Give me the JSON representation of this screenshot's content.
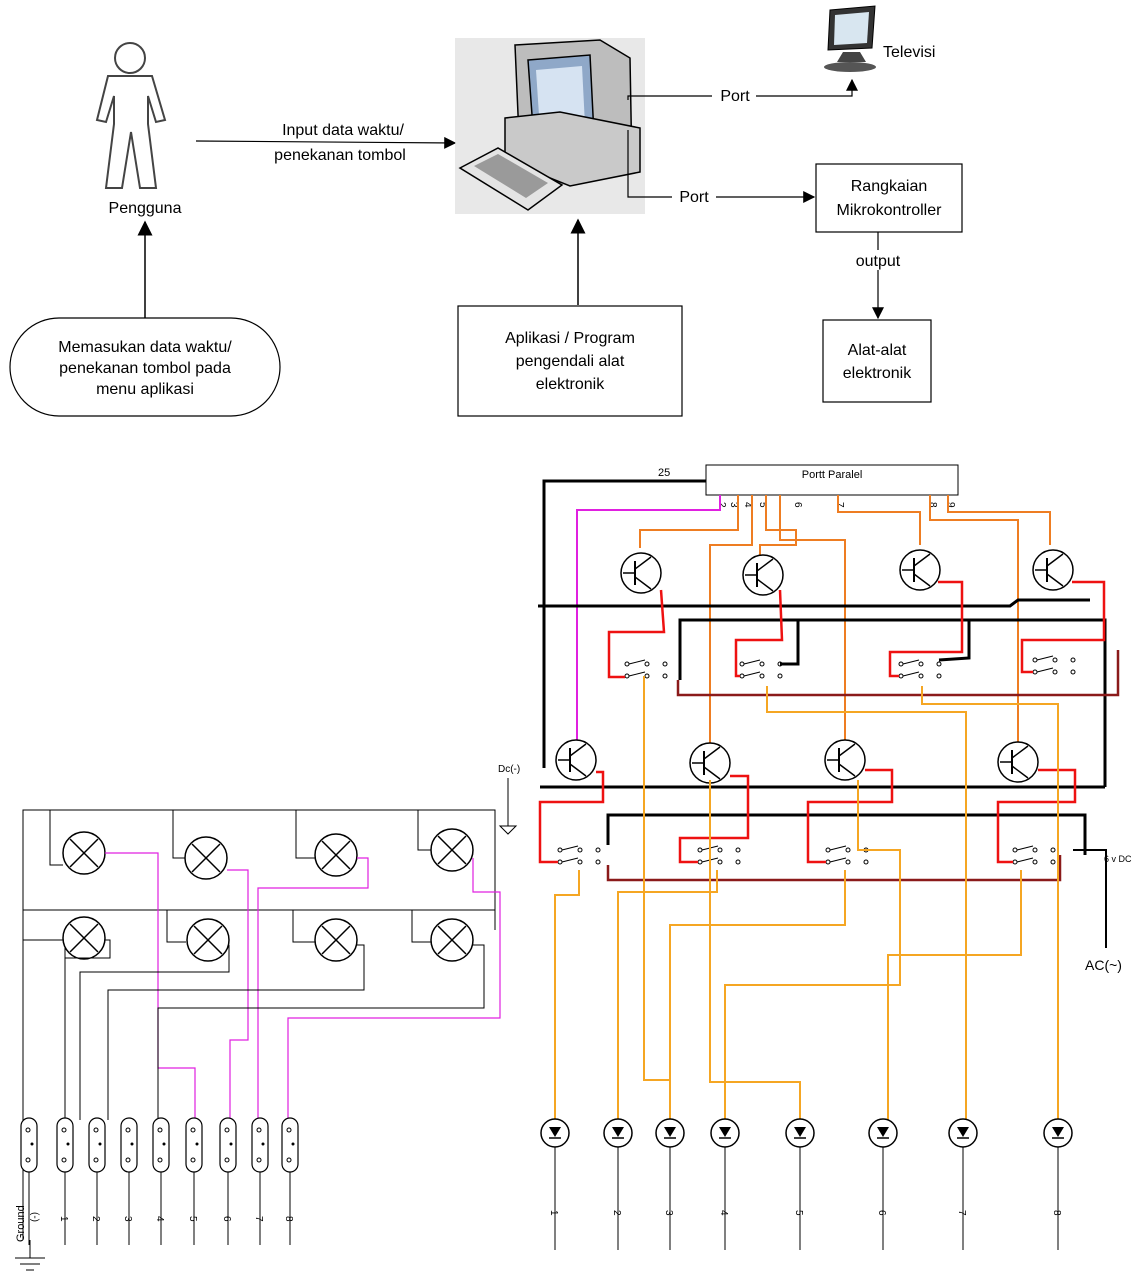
{
  "top": {
    "user_label": "Pengguna",
    "input_label_1": "Input data waktu/",
    "input_label_2": "penekanan tombol",
    "user_note": [
      "Memasukan data waktu/",
      "penekanan tombol pada",
      "menu aplikasi"
    ],
    "app_box": [
      "Aplikasi / Program",
      "pengendali alat",
      "elektronik"
    ],
    "tv_label": "Televisi",
    "port_top": "Port",
    "port_mid": "Port",
    "micro_box": [
      "Rangkaian",
      "Mikrokontroller"
    ],
    "output_label": "output",
    "devices_box": [
      "Alat-alat",
      "elektronik"
    ]
  },
  "circuit": {
    "port_title": "Portt Paralel",
    "pin_25": "25",
    "pins": [
      "2",
      "3",
      "4",
      "5",
      "6",
      "7",
      "8",
      "9"
    ],
    "dc_minus": "Dc(-)",
    "dc_6v": "6 v DC",
    "ac": "AC(~)",
    "diode_labels": [
      "1",
      "2",
      "3",
      "4",
      "5",
      "6",
      "7",
      "8"
    ]
  },
  "lamps": {
    "ground_label": "Ground",
    "minus_label": "(-)",
    "switch_labels": [
      "1",
      "2",
      "3",
      "4",
      "5",
      "6",
      "7",
      "8"
    ]
  }
}
